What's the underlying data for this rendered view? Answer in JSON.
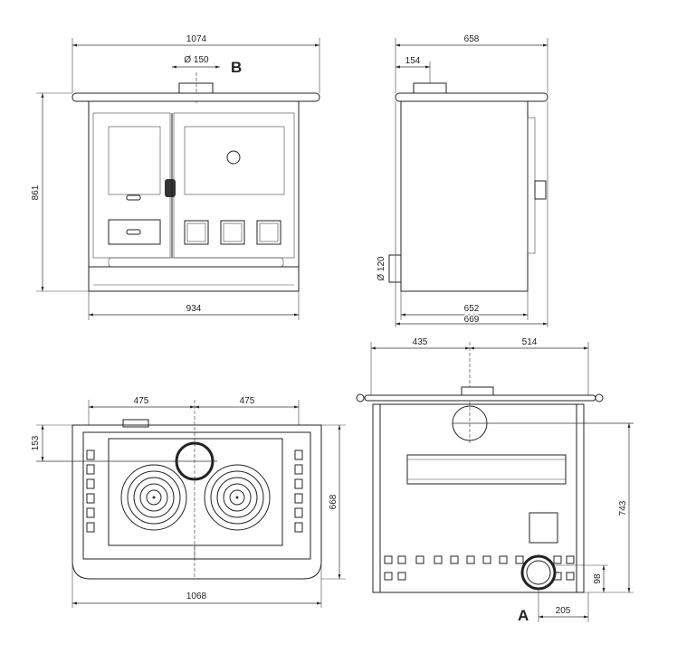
{
  "front_view": {
    "width_top": "1074",
    "flue_diameter": "Ø 150",
    "flue_label": "B",
    "height": "861",
    "width_body": "934"
  },
  "side_view": {
    "depth_top": "658",
    "flue_offset": "154",
    "inlet_diameter": "Ø 120",
    "depth_body": "652",
    "depth_total": "669"
  },
  "top_view": {
    "half_left": "475",
    "half_right": "475",
    "flue_offset": "153",
    "depth": "668",
    "width": "1068"
  },
  "rear_view": {
    "left_offset": "435",
    "right_offset": "514",
    "flue_height": "743",
    "outlet_height": "98",
    "outlet_offset": "205",
    "outlet_label": "A"
  }
}
